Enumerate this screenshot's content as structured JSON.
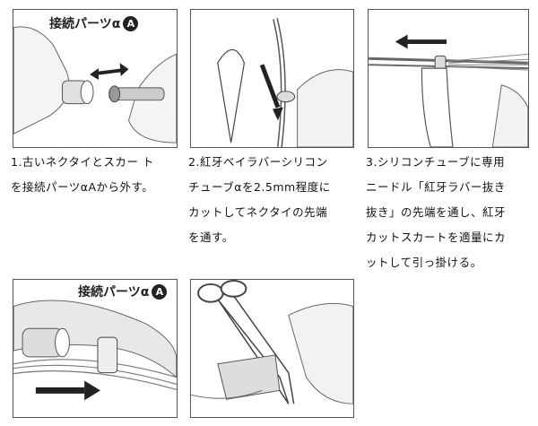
{
  "panels": [
    {
      "label": {
        "text": "接続パーツα",
        "badge": "A"
      },
      "caption_lines": [
        "1.古いネクタイとスカー ト",
        "を接続パーツαAから外す。"
      ]
    },
    {
      "caption_lines": [
        "2.紅牙ベイラバーシリコン",
        "チューブαを2.5mm程度に",
        "カットしてネクタイの先端",
        "を通す。"
      ]
    },
    {
      "caption_lines": [
        "3.シリコンチューブに専用",
        "ニードル「紅牙ラバー抜き",
        "抜き」の先端を通し、紅牙",
        "カットスカートを適量にカ",
        "ットして引っ掛ける。"
      ]
    },
    {
      "label": {
        "text": "接続パーツα",
        "badge": "A"
      }
    },
    {}
  ]
}
